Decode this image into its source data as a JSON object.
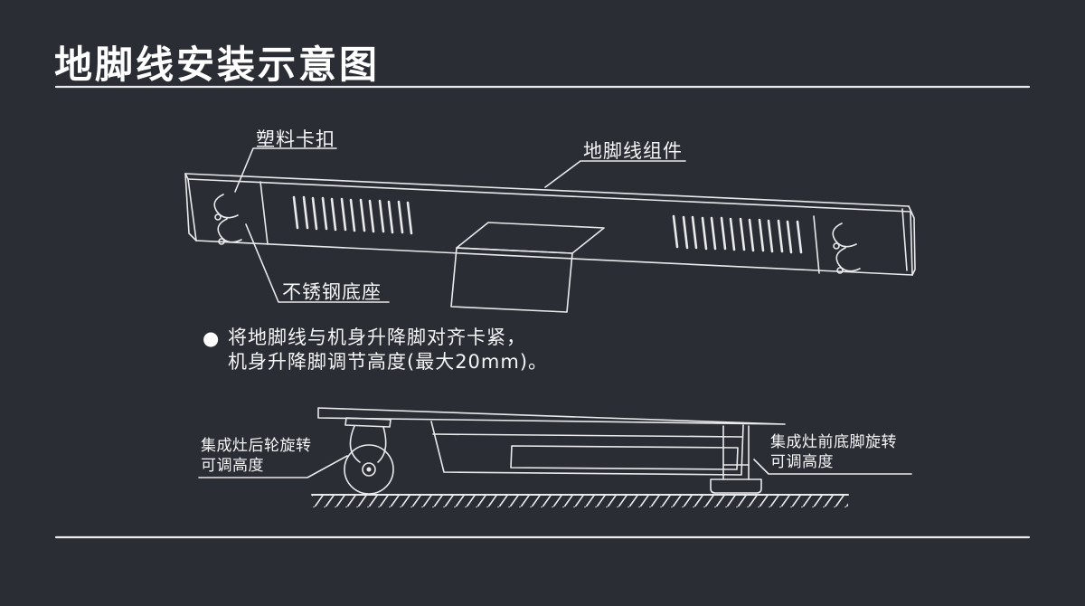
{
  "page": {
    "bg_color": "#2b2d35",
    "line_color": "#e9eaec"
  },
  "title": "地脚线安装示意图",
  "labels": {
    "plastic_clip": "塑料卡扣",
    "baseboard_assembly": "地脚线组件",
    "stainless_base": "不锈钢底座",
    "rear_wheel_line1": "集成灶后轮旋转",
    "rear_wheel_line2": "可调高度",
    "front_foot_line1": "集成灶前底脚旋转",
    "front_foot_line2": "可调高度"
  },
  "instructions": {
    "bullet": "●",
    "line1": "将地脚线与机身升降脚对齐卡紧，",
    "line2": "机身升降脚调节高度(最大20mm)。"
  }
}
